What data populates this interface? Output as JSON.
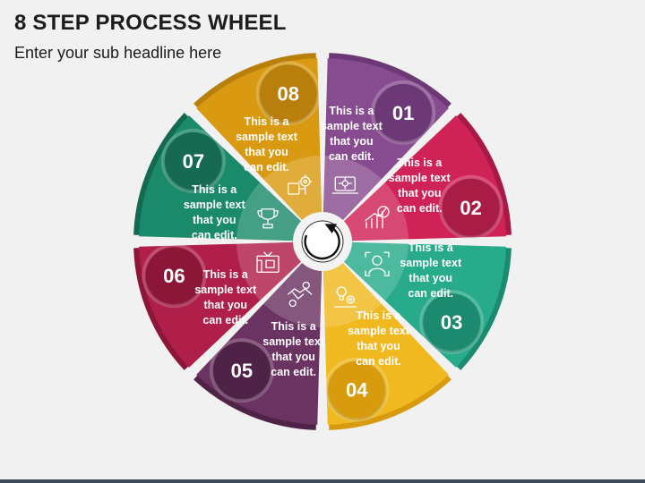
{
  "header": {
    "title": "8 STEP PROCESS WHEEL",
    "subtitle": "Enter your sub headline here"
  },
  "segments": [
    {
      "number": "01",
      "lines": [
        "This is a",
        "sample text",
        "that you",
        "can edit."
      ],
      "color": "#874c8f",
      "dark": "#6c3875",
      "icon": "network-laptop-icon"
    },
    {
      "number": "02",
      "lines": [
        "This is a",
        "sample text",
        "that you",
        "can edit."
      ],
      "color": "#cf2256",
      "dark": "#a81a45",
      "icon": "growth-chart-icon"
    },
    {
      "number": "03",
      "lines": [
        "This is a",
        "sample text",
        "that you",
        "can edit."
      ],
      "color": "#27ab8a",
      "dark": "#1c8a6e",
      "icon": "user-scan-icon"
    },
    {
      "number": "04",
      "lines": [
        "This is a",
        "sample text",
        "that you",
        "can edit."
      ],
      "color": "#f0b91f",
      "dark": "#d89b10",
      "icon": "idea-gears-icon"
    },
    {
      "number": "05",
      "lines": [
        "This is a",
        "sample text",
        "that you",
        "can edit."
      ],
      "color": "#6b3361",
      "dark": "#4f2347",
      "icon": "handshake-icon"
    },
    {
      "number": "06",
      "lines": [
        "This is a",
        "sample text",
        "that you",
        "can edit."
      ],
      "color": "#b01e4a",
      "dark": "#8c1538",
      "icon": "blueprint-icon"
    },
    {
      "number": "07",
      "lines": [
        "This is a",
        "sample text",
        "that you",
        "can edit."
      ],
      "color": "#1b8a6a",
      "dark": "#136a51",
      "icon": "trophy-icon"
    },
    {
      "number": "08",
      "lines": [
        "This is a",
        "sample text",
        "that you",
        "can edit."
      ],
      "color": "#d99a12",
      "dark": "#b87f0a",
      "icon": "gear-process-icon"
    }
  ]
}
